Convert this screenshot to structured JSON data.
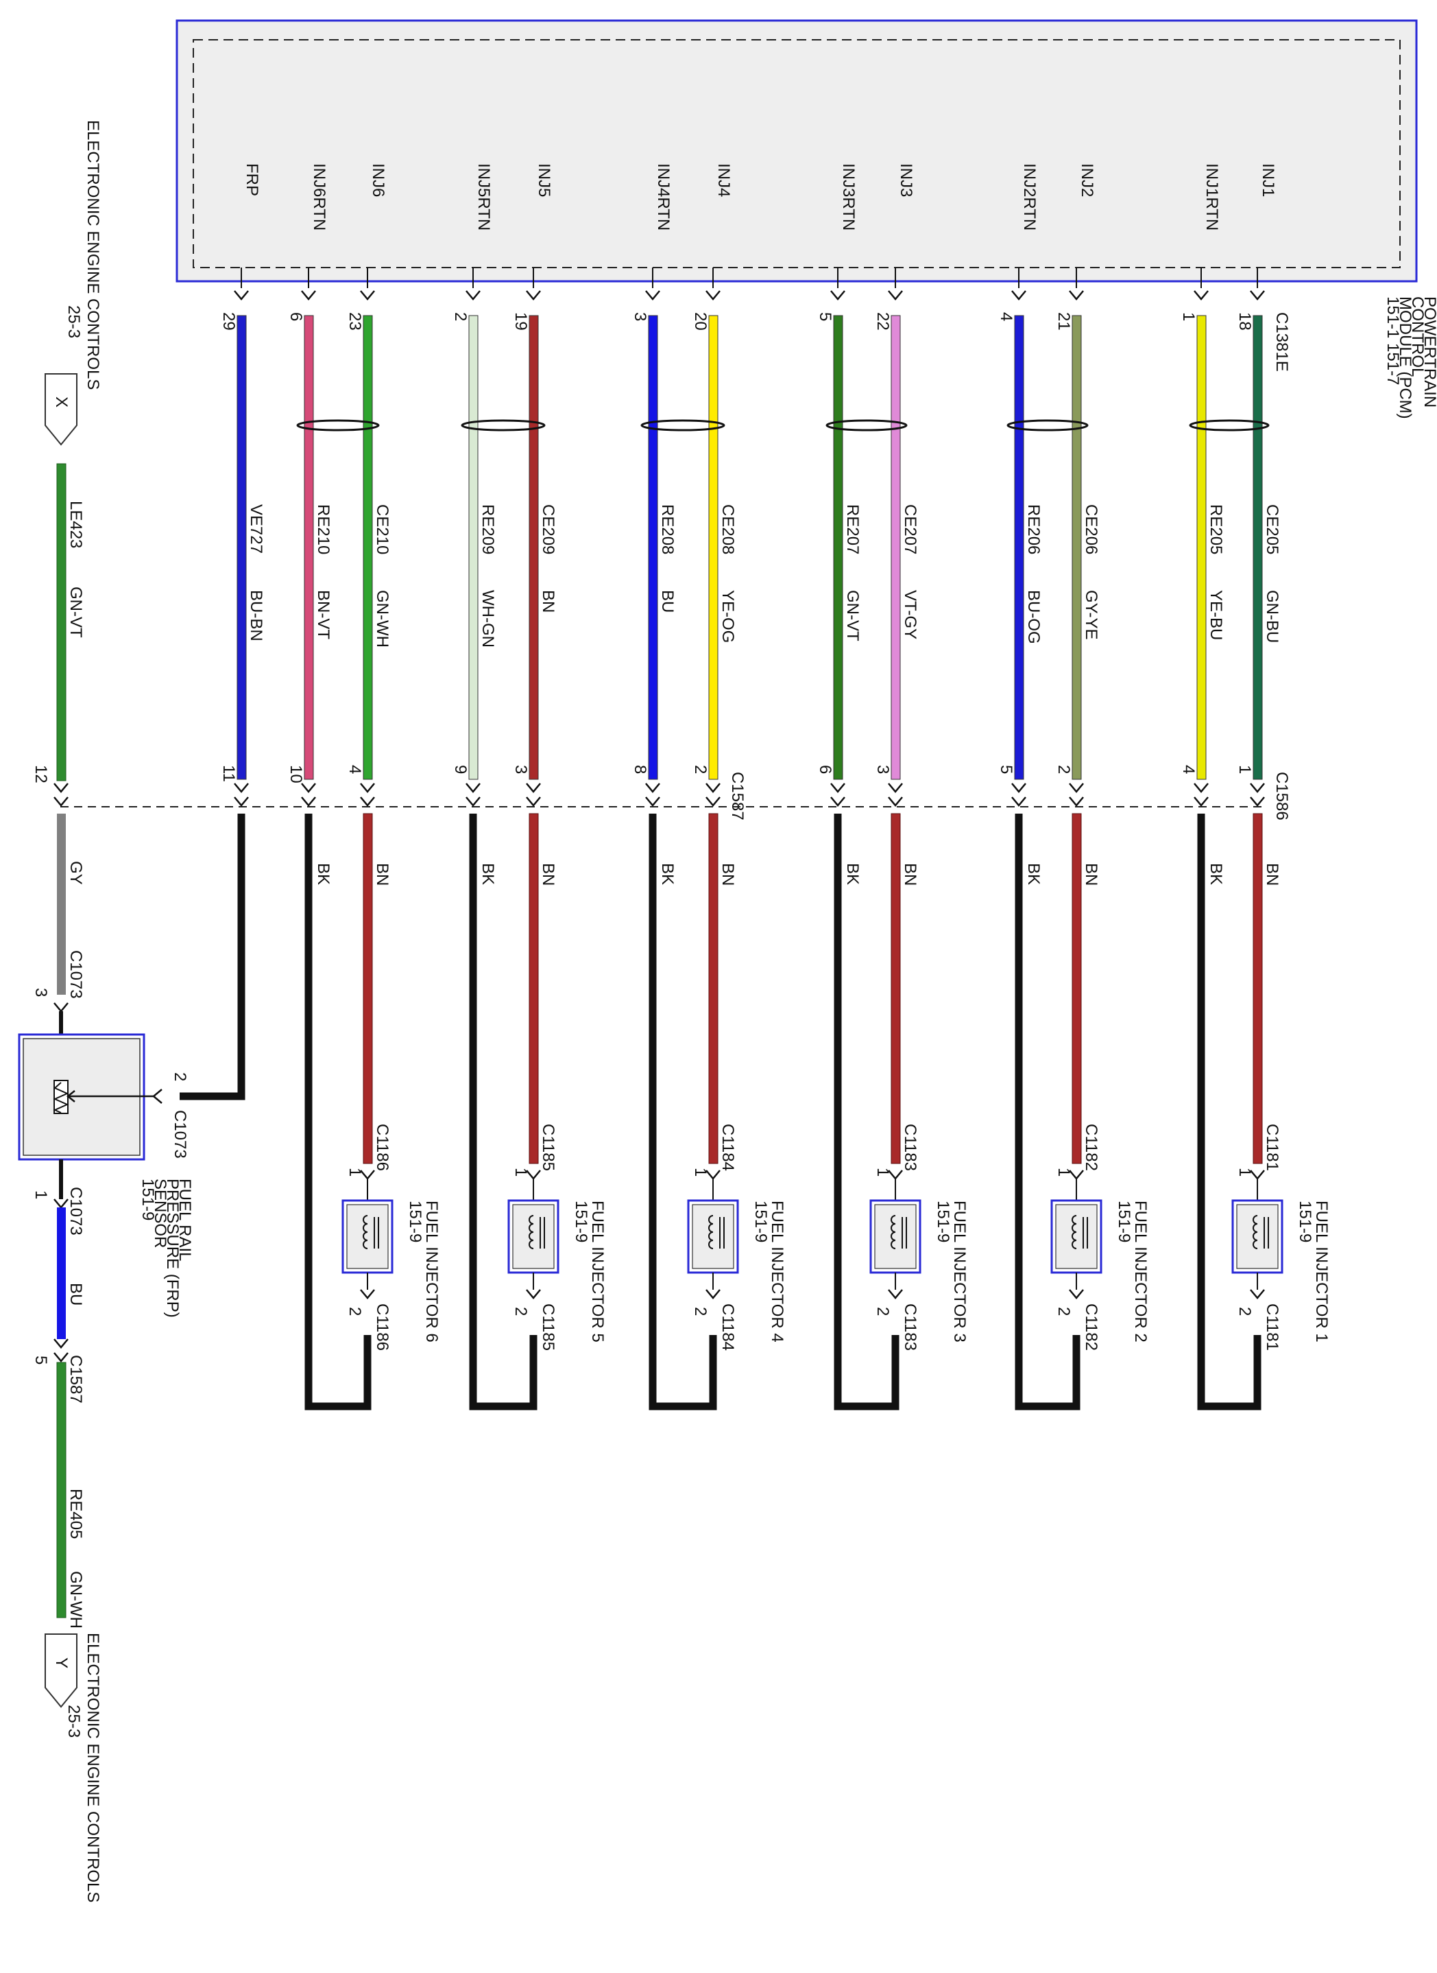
{
  "pcm": {
    "name_lines": [
      "POWERTRAIN",
      "CONTROL",
      "MODULE (PCM)",
      "151-1   151-7"
    ],
    "connector": "C1381E",
    "pins": [
      {
        "label": "INJ1",
        "num": "18",
        "color": "#1a6e4a"
      },
      {
        "label": "INJ1RTN",
        "num": "1",
        "color": "#e8e800"
      },
      {
        "label": "INJ2",
        "num": "21",
        "color": "#8a9a5b"
      },
      {
        "label": "INJ2RTN",
        "num": "4",
        "color": "#1b1bd6"
      },
      {
        "label": "INJ3",
        "num": "22",
        "color": "#e08ad8"
      },
      {
        "label": "INJ3RTN",
        "num": "5",
        "color": "#2e7d1e"
      },
      {
        "label": "INJ4",
        "num": "20",
        "color": "#ffeb00"
      },
      {
        "label": "INJ4RTN",
        "num": "3",
        "color": "#1515e6"
      },
      {
        "label": "INJ5",
        "num": "19",
        "color": "#a82a2a"
      },
      {
        "label": "INJ5RTN",
        "num": "2",
        "color": "#d9ead3"
      },
      {
        "label": "INJ6",
        "num": "23",
        "color": "#2fa52f"
      },
      {
        "label": "INJ6RTN",
        "num": "6",
        "color": "#d64a78"
      },
      {
        "label": "FRP",
        "num": "29",
        "color": "#1e1ecc"
      }
    ]
  },
  "circuits": [
    {
      "code": "CE205",
      "color_code": "GN-BU",
      "c1586_pin": "1"
    },
    {
      "code": "RE205",
      "color_code": "YE-BU",
      "c1586_pin": "4"
    },
    {
      "code": "CE206",
      "color_code": "GY-YE",
      "c1586_pin": "2"
    },
    {
      "code": "RE206",
      "color_code": "BU-OG",
      "c1586_pin": "5"
    },
    {
      "code": "CE207",
      "color_code": "VT-GY",
      "c1586_pin": "3"
    },
    {
      "code": "RE207",
      "color_code": "GN-VT",
      "c1586_pin": "6"
    },
    {
      "code": "CE208",
      "color_code": "YE-OG",
      "c1587_pin": "2"
    },
    {
      "code": "RE208",
      "color_code": "BU",
      "c1587_pin": "8"
    },
    {
      "code": "CE209",
      "color_code": "BN",
      "c1587_pin": "3"
    },
    {
      "code": "RE209",
      "color_code": "WH-GN",
      "c1587_pin": "9"
    },
    {
      "code": "CE210",
      "color_code": "GN-WH",
      "c1587_pin": "4"
    },
    {
      "code": "RE210",
      "color_code": "BN-VT",
      "c1587_pin": "10"
    },
    {
      "code": "VE727",
      "color_code": "BU-BN",
      "c1587_pin": "11"
    }
  ],
  "inline_connectors": {
    "c1586": "C1586",
    "c1587": "C1587"
  },
  "lower_wire_colors": {
    "bn": "BN",
    "bk": "BK",
    "gy": "GY"
  },
  "injectors": [
    {
      "name": "FUEL INJECTOR 1",
      "ref": "151-9",
      "connector": "C1181",
      "pin1": "1",
      "pin2": "2"
    },
    {
      "name": "FUEL INJECTOR 2",
      "ref": "151-9",
      "connector": "C1182",
      "pin1": "1",
      "pin2": "2"
    },
    {
      "name": "FUEL INJECTOR 3",
      "ref": "151-9",
      "connector": "C1183",
      "pin1": "1",
      "pin2": "2"
    },
    {
      "name": "FUEL INJECTOR 4",
      "ref": "151-9",
      "connector": "C1184",
      "pin1": "1",
      "pin2": "2"
    },
    {
      "name": "FUEL INJECTOR 5",
      "ref": "151-9",
      "connector": "C1185",
      "pin1": "1",
      "pin2": "2"
    },
    {
      "name": "FUEL INJECTOR 6",
      "ref": "151-9",
      "connector": "C1186",
      "pin1": "1",
      "pin2": "2"
    }
  ],
  "frp_sensor": {
    "name_lines": [
      "FUEL RAIL",
      "PRESSURE (FRP)",
      "SENSOR",
      "151-9"
    ],
    "connector": "C1073",
    "pin3": "3",
    "pin2": "2",
    "pin1": "1"
  },
  "left_side": {
    "top_page_title": "ELECTRONIC ENGINE CONTROLS",
    "top_page_ref": "25-3",
    "top_flag": "X",
    "top_wire_code": "LE423",
    "top_wire_color": "GN-VT",
    "top_c1587_pin": "12",
    "bottom_c1587_connector": "C1587",
    "bottom_c1587_pin": "5",
    "bottom_wire_code": "RE405",
    "bottom_wire_color": "GN-WH",
    "bottom_flag": "Y",
    "bottom_page_title": "ELECTRONIC ENGINE CONTROLS",
    "bottom_page_ref": "25-3",
    "bu_wire_color": "BU"
  }
}
